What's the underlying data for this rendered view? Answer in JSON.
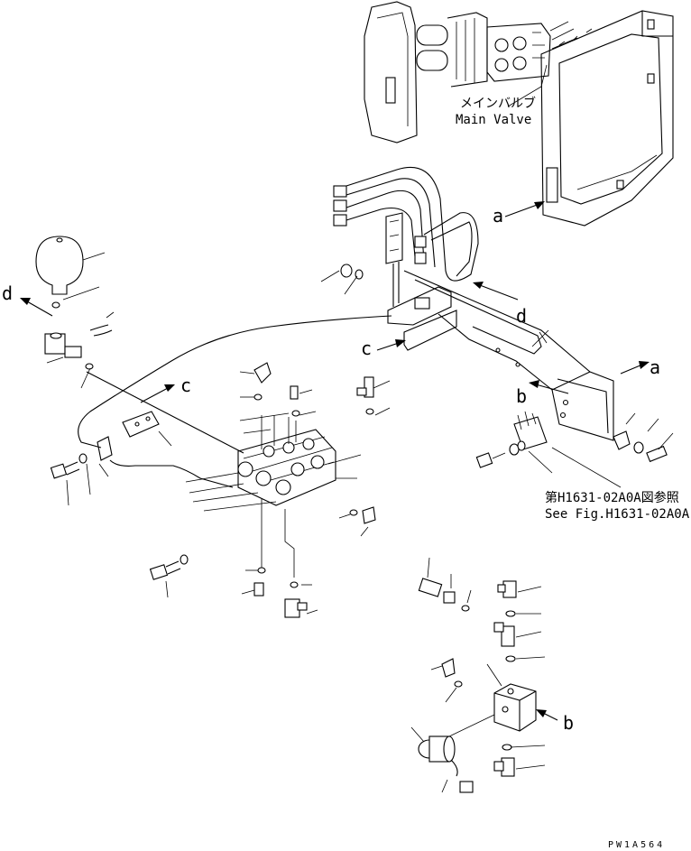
{
  "labels": {
    "a1": "a",
    "a2": "a",
    "b1": "b",
    "b2": "b",
    "c1": "c",
    "c2": "c",
    "d1": "d",
    "d2": "d"
  },
  "main_valve": {
    "jp": "メインバルブ",
    "en": "Main Valve"
  },
  "reference": {
    "jp": "第H1631-02A0A図参照",
    "en": "See Fig.H1631-02A0A"
  },
  "drawing_code": "PW1A564"
}
